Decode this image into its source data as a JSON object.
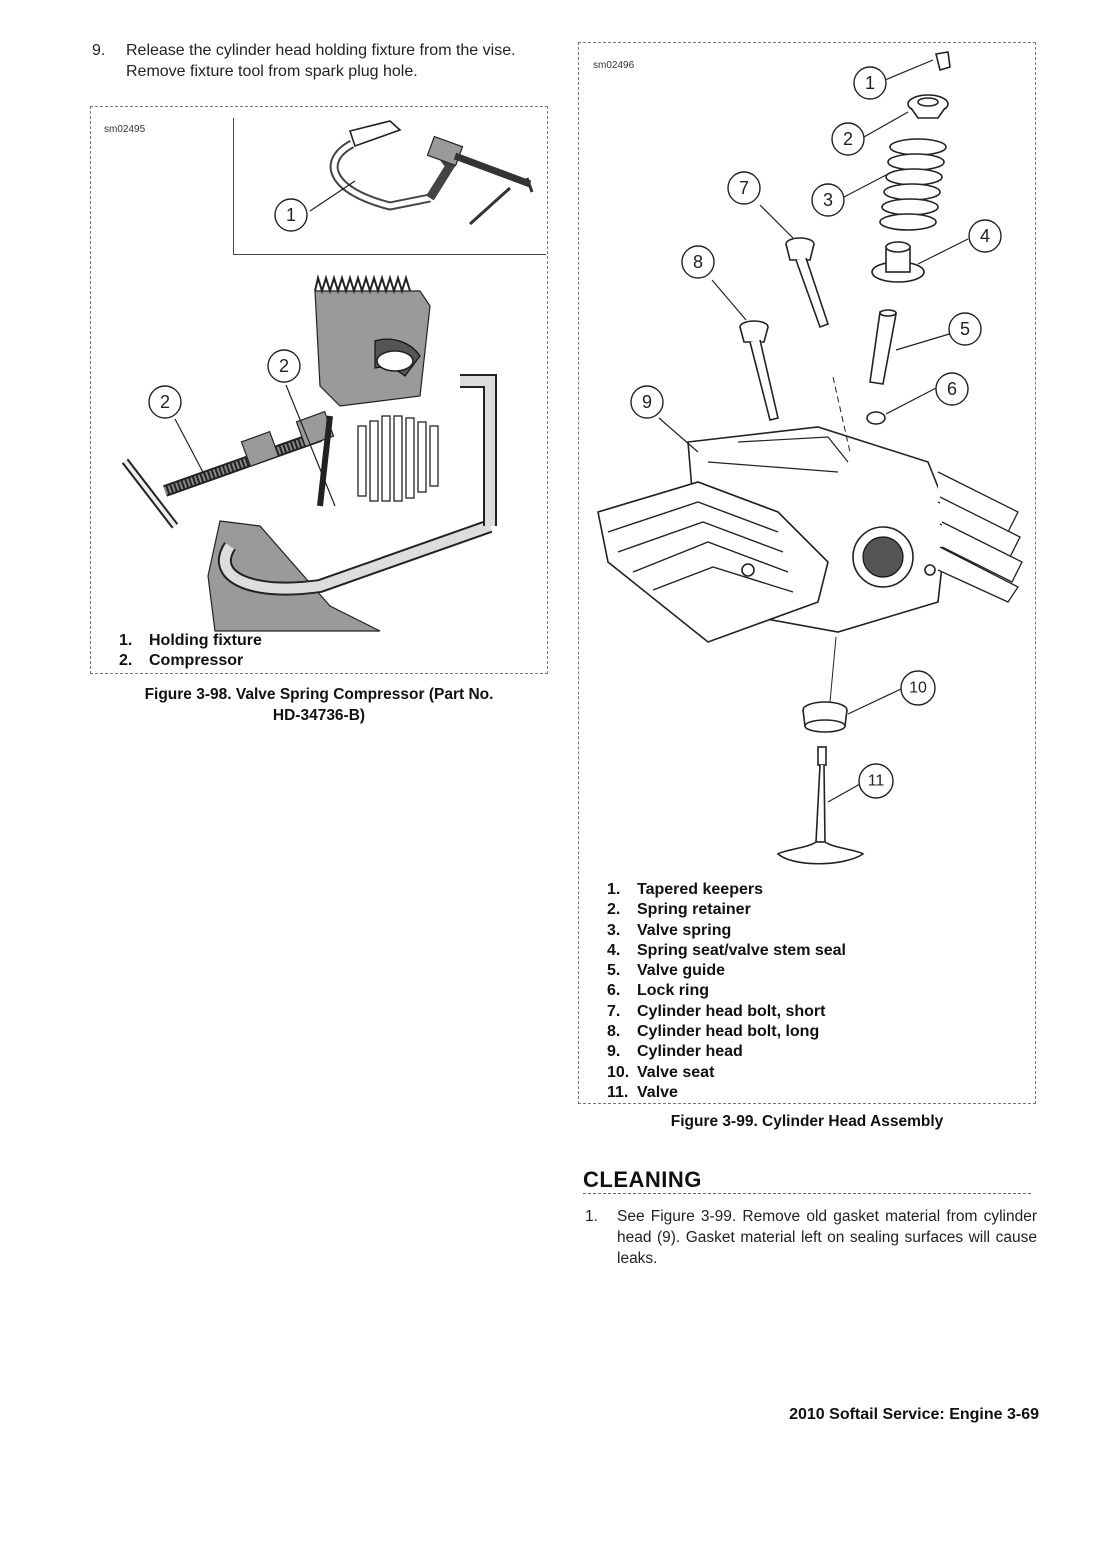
{
  "step9": {
    "number": "9.",
    "text": "Release the cylinder head holding fixture from the vise. Remove fixture tool from spark plug hole."
  },
  "figure98": {
    "tag": "sm02495",
    "callouts": [
      "1",
      "2",
      "2"
    ],
    "legend": [
      {
        "num": "1.",
        "label": "Holding fixture"
      },
      {
        "num": "2.",
        "label": "Compressor"
      }
    ],
    "caption_line1": "Figure 3-98. Valve Spring Compressor (Part No.",
    "caption_line2": "HD-34736-B)"
  },
  "figure99": {
    "tag": "sm02496",
    "callouts": [
      "1",
      "2",
      "3",
      "4",
      "5",
      "6",
      "7",
      "8",
      "9",
      "10",
      "11"
    ],
    "legend": [
      {
        "num": "1.",
        "label": "Tapered keepers"
      },
      {
        "num": "2.",
        "label": "Spring retainer"
      },
      {
        "num": "3.",
        "label": "Valve spring"
      },
      {
        "num": "4.",
        "label": "Spring seat/valve stem seal"
      },
      {
        "num": "5.",
        "label": "Valve guide"
      },
      {
        "num": "6.",
        "label": "Lock ring"
      },
      {
        "num": "7.",
        "label": "Cylinder head bolt, short"
      },
      {
        "num": "8.",
        "label": "Cylinder head bolt, long"
      },
      {
        "num": "9.",
        "label": "Cylinder head"
      },
      {
        "num": "10.",
        "label": "Valve seat"
      },
      {
        "num": "11.",
        "label": "Valve"
      }
    ],
    "caption": "Figure 3-99. Cylinder Head Assembly"
  },
  "section": {
    "heading": "CLEANING"
  },
  "step1": {
    "number": "1.",
    "text": "See Figure 3-99. Remove old gasket material from cylinder head (9). Gasket material left on sealing surfaces will cause leaks."
  },
  "footer": {
    "text": "2010 Softail Service: Engine 3-69"
  }
}
